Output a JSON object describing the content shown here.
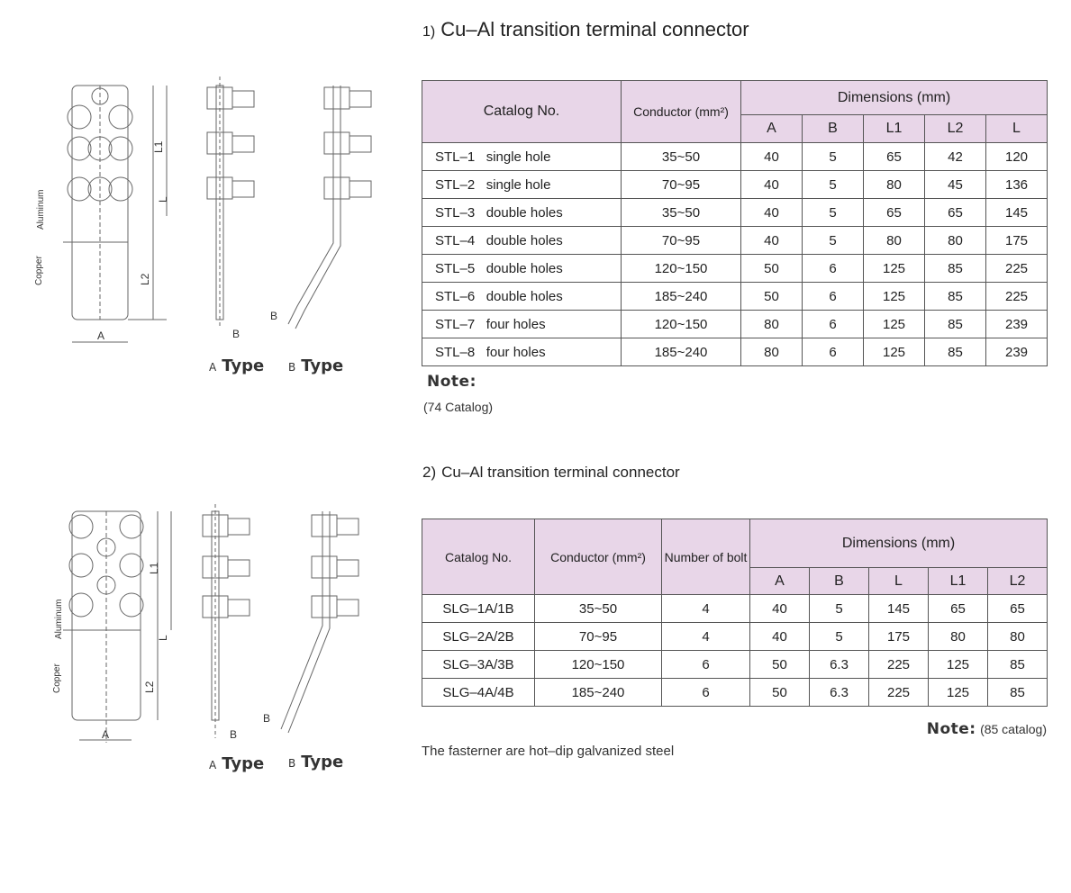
{
  "section1": {
    "num": "1)",
    "title": "Cu–Al transition terminal connector",
    "table": {
      "header_catalog": "Catalog No.",
      "header_conductor": "Conductor (mm²)",
      "header_dimensions": "Dimensions (mm)",
      "dim_cols": [
        "A",
        "B",
        "L1",
        "L2",
        "L"
      ],
      "rows": [
        [
          "STL–1   single hole",
          "35~50",
          "40",
          "5",
          "65",
          "42",
          "120"
        ],
        [
          "STL–2   single hole",
          "70~95",
          "40",
          "5",
          "80",
          "45",
          "136"
        ],
        [
          "STL–3   double holes",
          "35~50",
          "40",
          "5",
          "65",
          "65",
          "145"
        ],
        [
          "STL–4   double holes",
          "70~95",
          "40",
          "5",
          "80",
          "80",
          "175"
        ],
        [
          "STL–5   double holes",
          "120~150",
          "50",
          "6",
          "125",
          "85",
          "225"
        ],
        [
          "STL–6   double holes",
          "185~240",
          "50",
          "6",
          "125",
          "85",
          "225"
        ],
        [
          "STL–7   four holes",
          "120~150",
          "80",
          "6",
          "125",
          "85",
          "239"
        ],
        [
          "STL–8   four holes",
          "185~240",
          "80",
          "6",
          "125",
          "85",
          "239"
        ]
      ]
    },
    "note_label": "Note:",
    "note_text": "(74 Catalog)",
    "caption_a_letter": "A",
    "caption_a": "Type",
    "caption_b_letter": "B",
    "caption_b": "Type"
  },
  "section2": {
    "num": "2)",
    "title": "Cu–Al transition terminal connector",
    "table": {
      "header_catalog": "Catalog No.",
      "header_conductor": "Conductor (mm²)",
      "header_bolt": "Number of bolt",
      "header_dimensions": "Dimensions (mm)",
      "dim_cols": [
        "A",
        "B",
        "L",
        "L1",
        "L2"
      ],
      "rows": [
        [
          "SLG–1A/1B",
          "35~50",
          "4",
          "40",
          "5",
          "145",
          "65",
          "65"
        ],
        [
          "SLG–2A/2B",
          "70~95",
          "4",
          "40",
          "5",
          "175",
          "80",
          "80"
        ],
        [
          "SLG–3A/3B",
          "120~150",
          "6",
          "50",
          "6.3",
          "225",
          "125",
          "85"
        ],
        [
          "SLG–4A/4B",
          "185~240",
          "6",
          "50",
          "6.3",
          "225",
          "125",
          "85"
        ]
      ]
    },
    "note_label": "Note:",
    "note_text": "(85 catalog)",
    "footer": "The fasterner are hot–dip galvanized steel",
    "caption_a_letter": "A",
    "caption_a": "Type",
    "caption_b_letter": "B",
    "caption_b": "Type"
  },
  "drawing": {
    "label_aluminum": "Aluminum",
    "label_copper": "Copper",
    "label_L1": "L1",
    "label_L": "L",
    "label_L2": "L2",
    "label_A": "A",
    "label_B": "B"
  }
}
